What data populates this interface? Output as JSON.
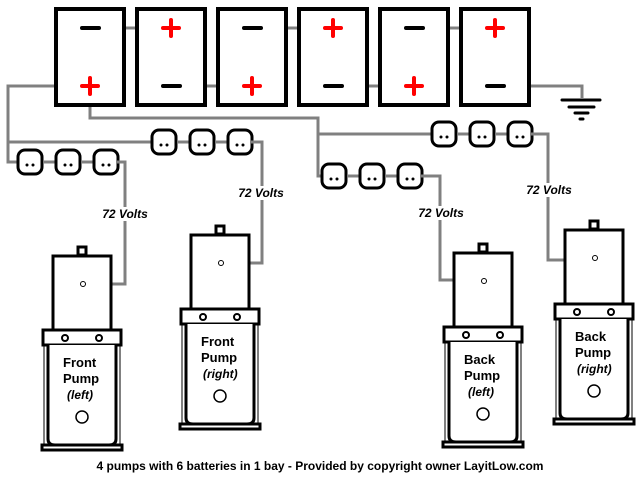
{
  "diagram": {
    "title": "4 pumps with 6 batteries in 1 bay wiring diagram",
    "batteries": [
      {
        "id": 1,
        "top_terminal": "-",
        "bottom_terminal": "+"
      },
      {
        "id": 2,
        "top_terminal": "+",
        "bottom_terminal": "-"
      },
      {
        "id": 3,
        "top_terminal": "-",
        "bottom_terminal": "+"
      },
      {
        "id": 4,
        "top_terminal": "+",
        "bottom_terminal": "-"
      },
      {
        "id": 5,
        "top_terminal": "-",
        "bottom_terminal": "+"
      },
      {
        "id": 6,
        "top_terminal": "+",
        "bottom_terminal": "-"
      }
    ],
    "ground_label": "ground",
    "switch_groups": [
      {
        "name": "front-left-switches",
        "count": 3
      },
      {
        "name": "front-right-switches",
        "count": 3
      },
      {
        "name": "back-left-switches",
        "count": 3
      },
      {
        "name": "back-right-switches",
        "count": 3
      }
    ],
    "voltage_labels": [
      "72 Volts",
      "72 Volts",
      "72 Volts",
      "72 Volts"
    ],
    "pumps": [
      {
        "line1": "Front",
        "line2": "Pump",
        "side": "(left)"
      },
      {
        "line1": "Front",
        "line2": "Pump",
        "side": "(right)"
      },
      {
        "line1": "Back",
        "line2": "Pump",
        "side": "(left)"
      },
      {
        "line1": "Back",
        "line2": "Pump",
        "side": "(right)"
      }
    ],
    "colors": {
      "wire": "#808080",
      "positive": "#ff0000",
      "negative": "#000000"
    }
  },
  "caption": "4 pumps with 6 batteries in 1 bay - Provided by copyright owner LayitLow.com"
}
